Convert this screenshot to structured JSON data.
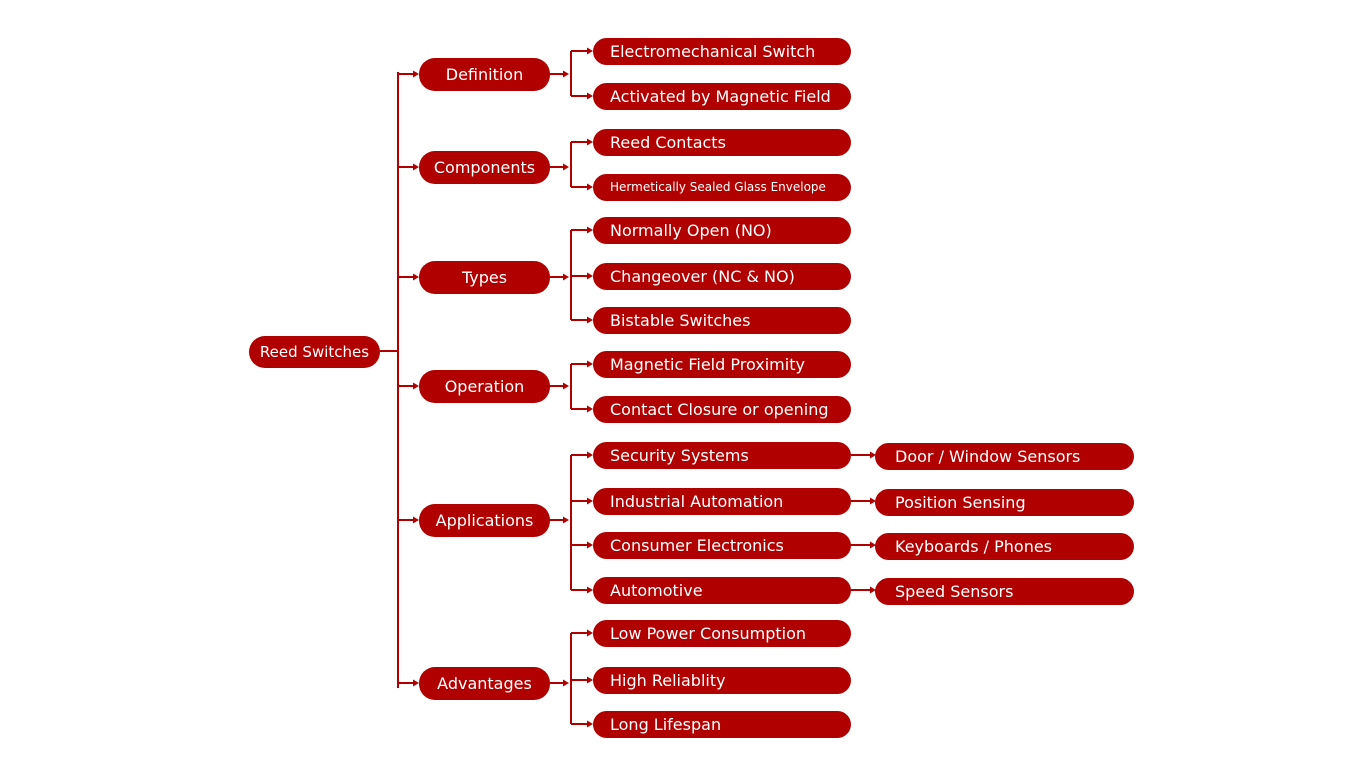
{
  "accent_color": "#b00000",
  "root": "Reed Switches",
  "categories": [
    {
      "label": "Definition",
      "items": [
        {
          "label": "Electromechanical Switch"
        },
        {
          "label": "Activated by Magnetic Field"
        }
      ]
    },
    {
      "label": "Components",
      "items": [
        {
          "label": "Reed Contacts"
        },
        {
          "label": "Hermetically Sealed Glass Envelope"
        }
      ]
    },
    {
      "label": "Types",
      "items": [
        {
          "label": "Normally Open (NO)"
        },
        {
          "label": "Changeover (NC & NO)"
        },
        {
          "label": "Bistable Switches"
        }
      ]
    },
    {
      "label": "Operation",
      "items": [
        {
          "label": "Magnetic Field Proximity"
        },
        {
          "label": "Contact Closure or opening"
        }
      ]
    },
    {
      "label": "Applications",
      "items": [
        {
          "label": "Security Systems",
          "child": "Door / Window Sensors"
        },
        {
          "label": "Industrial Automation",
          "child": "Position Sensing"
        },
        {
          "label": "Consumer Electronics",
          "child": "Keyboards / Phones"
        },
        {
          "label": "Automotive",
          "child": "Speed Sensors"
        }
      ]
    },
    {
      "label": "Advantages",
      "items": [
        {
          "label": "Low Power Consumption"
        },
        {
          "label": "High Reliablity"
        },
        {
          "label": "Long Lifespan"
        }
      ]
    }
  ]
}
